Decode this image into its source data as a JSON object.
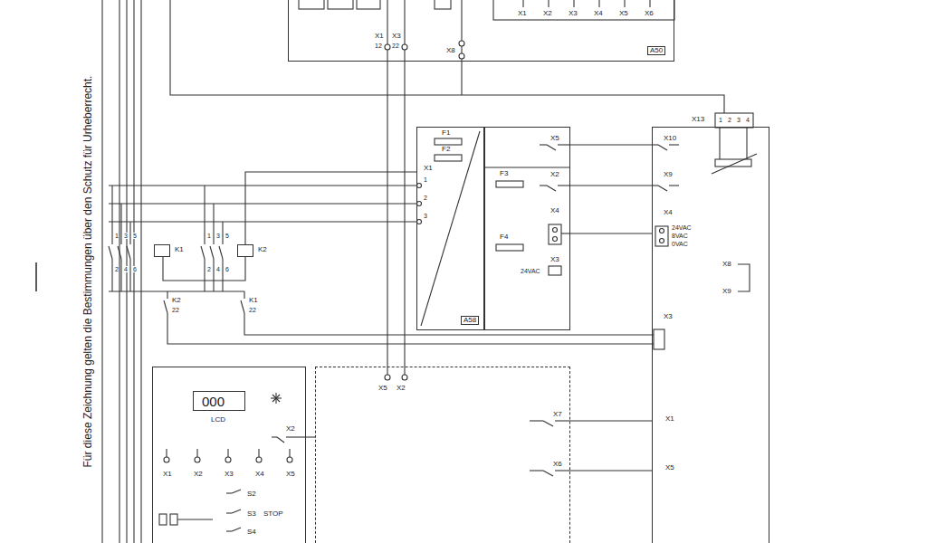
{
  "diagram": {
    "nodes": [
      {
        "text": [
          "A50"
        ]
      },
      {
        "text": [
          "A58"
        ]
      },
      {
        "text": [
          "X5",
          "X2",
          "X4",
          "X3"
        ]
      },
      {
        "text": [
          "X10",
          "X9",
          "X4",
          "X3",
          "X1",
          "X5"
        ]
      },
      {
        "text": [
          "K1"
        ]
      },
      {
        "text": [
          "K2"
        ]
      },
      {
        "text": [
          "S2",
          "S3",
          "STOP",
          "S4"
        ]
      },
      {
        "text": [
          "000",
          "LCD"
        ],
        "in": 6
      },
      {
        "text": [
          "X7",
          "X6"
        ]
      }
    ],
    "edges": [
      {
        "from": 0,
        "to": 8,
        "arrow": "none"
      },
      {
        "from": 4,
        "to": 5,
        "arrow": "none"
      },
      {
        "from": 5,
        "to": 1,
        "arrow": "none"
      },
      {
        "from": 2,
        "to": 3,
        "arrow": "none"
      },
      {
        "from": 2,
        "to": 3,
        "arrow": "none"
      },
      {
        "from": 2,
        "to": 3,
        "arrow": "none"
      },
      {
        "from": 6,
        "to": 8,
        "arrow": "none"
      },
      {
        "from": 8,
        "to": 3,
        "arrow": "none"
      },
      {
        "from": 8,
        "to": 3,
        "arrow": "none"
      }
    ],
    "labels": [
      "Für diese Zeichnung gelten die Bestimmungen über den Schutz für Urheberrecht.",
      "X1",
      "X2",
      "X3",
      "X4",
      "X5",
      "X6",
      "X1",
      "X3",
      "12",
      "22",
      "X8",
      "X13",
      "1",
      "2",
      "3",
      "4",
      "X1",
      "1",
      "2",
      "3",
      "F1",
      "F2",
      "F3",
      "F4",
      "24VAC",
      "24VAC",
      "8VAC",
      "0VAC",
      "X8",
      "X9",
      "1",
      "3",
      "5",
      "2",
      "4",
      "6",
      "1",
      "3",
      "5",
      "2",
      "4",
      "6",
      "K2",
      "22",
      "K1",
      "22",
      "X5",
      "X2",
      "X2",
      "X1",
      "X2",
      "X3",
      "X4",
      "X5"
    ]
  }
}
